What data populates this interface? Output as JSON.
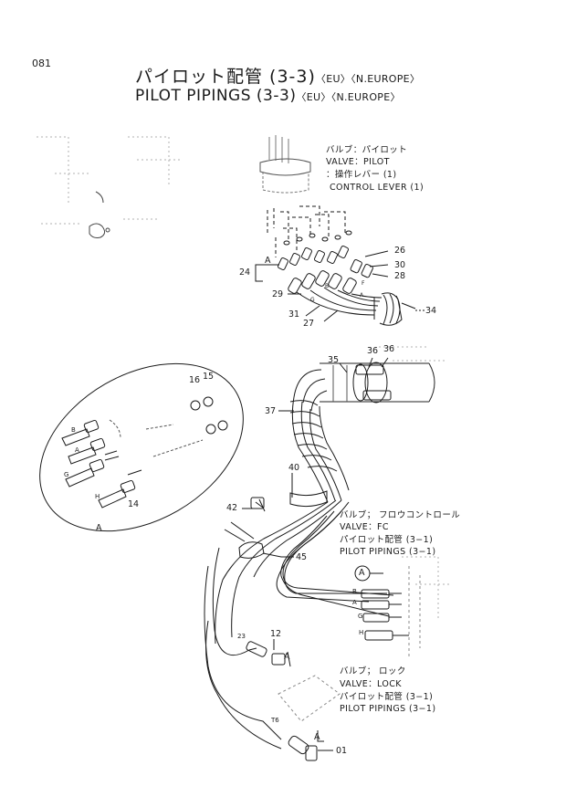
{
  "page_number": "081",
  "title": {
    "jp": "パイロット配管 (3-3)",
    "en": "PILOT PIPINGS (3-3)",
    "region_eu": "〈EU〉",
    "region_neurope": "〈N.EUROPE〉"
  },
  "notes": {
    "valve_pilot_jp": "バルブ：パイロット",
    "valve_pilot_en": "VALVE：PILOT",
    "control_lever_jp": "：操作レバー (1)",
    "control_lever_en": "CONTROL LEVER (1)",
    "valve_fc_jp": "バルブ；  フロウコントロール",
    "valve_fc_en": "VALVE：FC",
    "pilot_pipings_1_jp": "パイロット配管 (3−1)",
    "pilot_pipings_1_en": "PILOT PIPINGS (3−1)",
    "valve_lock_jp": "バルブ；  ロック",
    "valve_lock_en": "VALVE：LOCK",
    "pilot_pipings_2_jp": "パイロット配管 (3−1)",
    "pilot_pipings_2_en": "PILOT PIPINGS (3−1)"
  },
  "callouts": {
    "c26": "26",
    "c30": "30",
    "c28": "28",
    "c24": "24",
    "c29": "29",
    "c31": "31",
    "c27": "27",
    "c34": "34",
    "c35": "35",
    "c36a": "36",
    "c36b": "36",
    "c37": "37",
    "c16": "16",
    "c15": "15",
    "c14": "14",
    "c40": "40",
    "c42": "42",
    "c45": "45",
    "c12": "12",
    "c01": "01"
  },
  "letters": {
    "A_top": "A",
    "A_detail": "A",
    "A_circle": "A",
    "A_lock1": "A",
    "A_lock2": "A",
    "d_B": "B",
    "d_A": "A",
    "d_G": "G",
    "d_H": "H",
    "h_B": "B",
    "h_A": "A",
    "h_G": "G",
    "h_H": "H",
    "t_B": "B",
    "t_A": "A",
    "t_G": "G",
    "t_F": "F",
    "p23": "23",
    "p76": "T6"
  }
}
